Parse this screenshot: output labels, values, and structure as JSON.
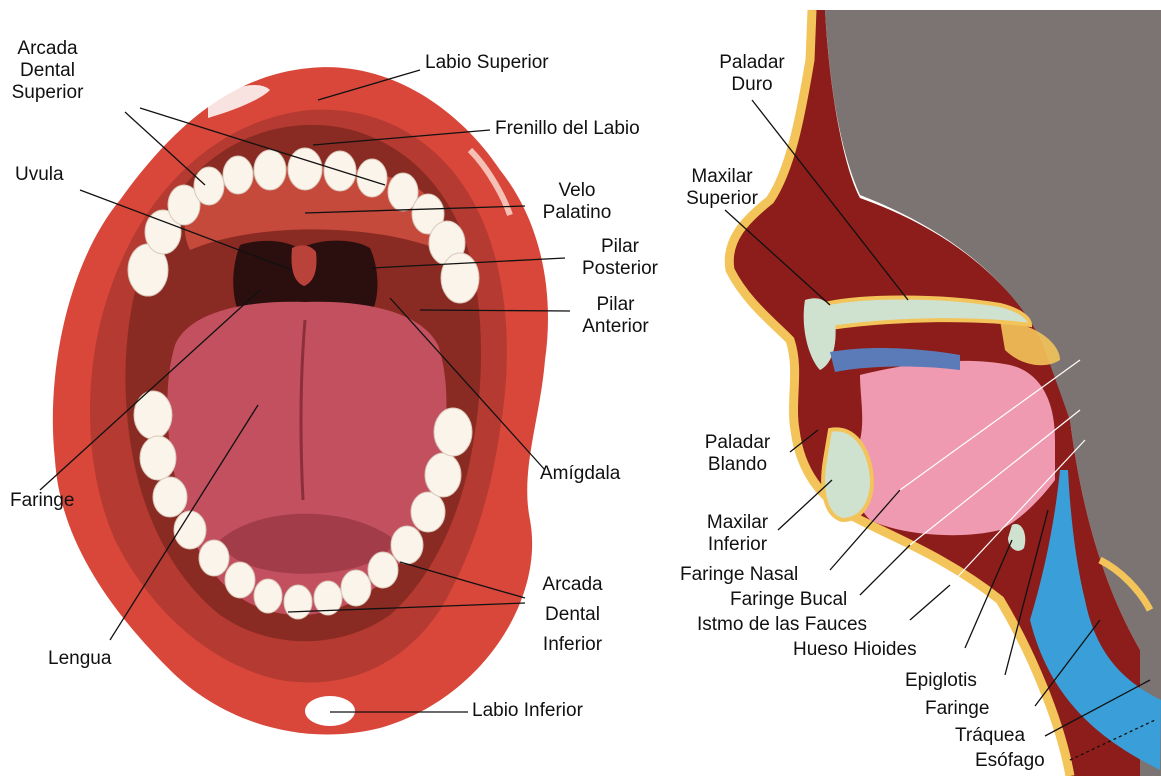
{
  "labels": {
    "arcada_superior": "Arcada\nDental\nSuperior",
    "labio_superior": "Labio Superior",
    "frenillo": "Frenillo del Labio",
    "uvula": "Uvula",
    "velo_palatino": "Velo\nPalatino",
    "pilar_posterior": "Pilar\nPosterior",
    "pilar_anterior": "Pilar\nAnterior",
    "faringe_left": "Faringe",
    "amigdala": "Amígdala",
    "lengua": "Lengua",
    "arcada_inferior": "Arcada\nDental\nInferior",
    "labio_inferior": "Labio Inferior",
    "paladar_duro": "Paladar\nDuro",
    "maxilar_superior": "Maxilar\nSuperior",
    "paladar_blando": "Paladar\nBlando",
    "maxilar_inferior": "Maxilar\nInferior",
    "faringe_nasal": "Faringe Nasal",
    "faringe_bucal": "Faringe Bucal",
    "istmo": "Istmo de las Fauces",
    "hueso_hioides": "Hueso Hioides",
    "epiglotis": "Epiglotis",
    "faringe_right": "Faringe",
    "traquea": "Tráquea",
    "esofago": "Esófago"
  },
  "colors": {
    "lip_outer": "#d8473a",
    "lip_inner": "#e15a47",
    "cavity": "#8a2b23",
    "palate": "#b8413a",
    "teeth": "#fbf4ea",
    "tongue": "#c2505f",
    "throat": "#2b0e0e",
    "background_gray": "#7c7472",
    "tissue": "#8c1d1b",
    "skin_outline": "#f3c45a",
    "mouth_pink": "#ef9ab0",
    "bone": "#cfe2cf",
    "trachea_blue": "#3a9fd8",
    "teeth_blue": "#5a7bb8"
  }
}
